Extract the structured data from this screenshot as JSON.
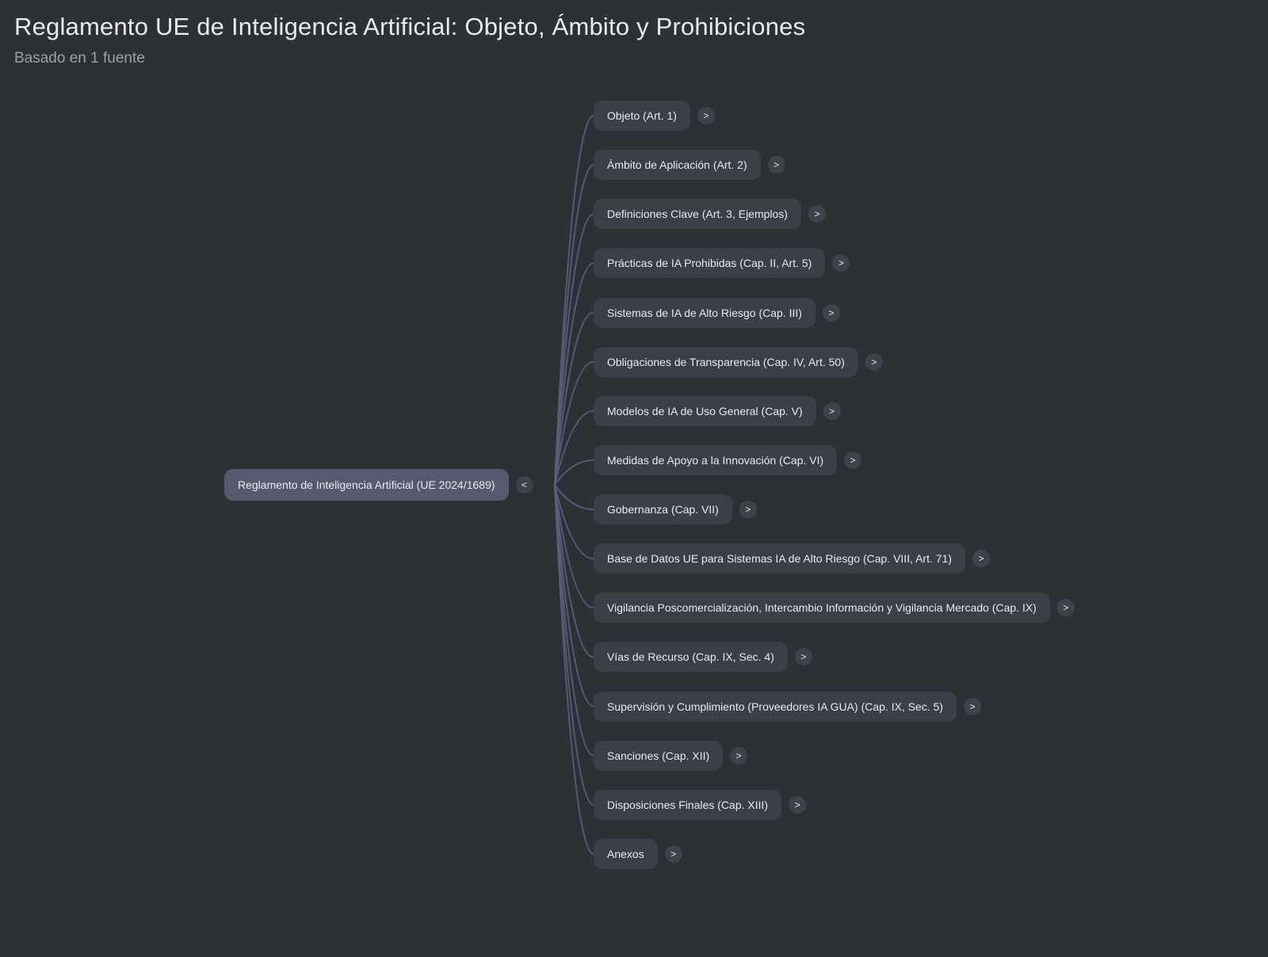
{
  "header": {
    "title": "Reglamento UE de Inteligencia Artificial: Objeto, Ámbito y Prohibiciones",
    "subtitle": "Basado en 1 fuente"
  },
  "mindmap": {
    "root": {
      "label": "Reglamento de Inteligencia Artificial (UE 2024/1689)",
      "collapse_icon": "<"
    },
    "expand_icon": ">",
    "children": [
      {
        "label": "Objeto (Art. 1)"
      },
      {
        "label": "Ámbito de Aplicación (Art. 2)"
      },
      {
        "label": "Definiciones Clave (Art. 3, Ejemplos)"
      },
      {
        "label": "Prácticas de IA Prohibidas (Cap. II, Art. 5)"
      },
      {
        "label": "Sistemas de IA de Alto Riesgo (Cap. III)"
      },
      {
        "label": "Obligaciones de Transparencia (Cap. IV, Art. 50)"
      },
      {
        "label": "Modelos de IA de Uso General (Cap. V)"
      },
      {
        "label": "Medidas de Apoyo a la Innovación (Cap. VI)"
      },
      {
        "label": "Gobernanza (Cap. VII)"
      },
      {
        "label": "Base de Datos UE para Sistemas IA de Alto Riesgo (Cap. VIII, Art. 71)"
      },
      {
        "label": "Vigilancia Poscomercialización, Intercambio Información y Vigilancia Mercado (Cap. IX)"
      },
      {
        "label": "Vías de Recurso (Cap. IX, Sec. 4)"
      },
      {
        "label": "Supervisión y Cumplimiento (Proveedores IA GUA) (Cap. IX, Sec. 5)"
      },
      {
        "label": "Sanciones (Cap. XII)"
      },
      {
        "label": "Disposiciones Finales (Cap. XIII)"
      },
      {
        "label": "Anexos"
      }
    ]
  },
  "colors": {
    "background": "#2d3034",
    "node_fill": "#3a3f48",
    "root_node_fill": "#575a6e",
    "circle_fill": "#3d424b",
    "connector": "#5b5e7d",
    "text": "#e8eaed",
    "muted_text": "#9aa0a6"
  }
}
